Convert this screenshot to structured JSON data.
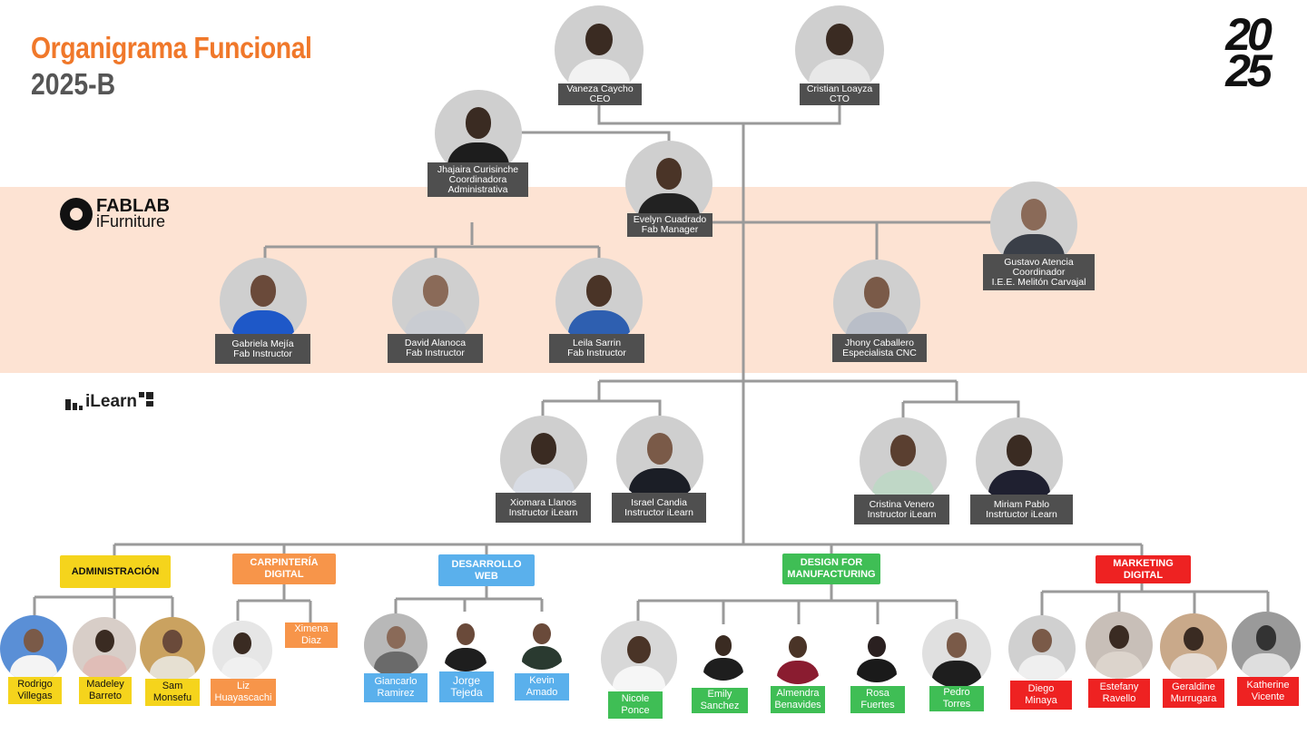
{
  "header": {
    "title": "Organigrama Funcional",
    "subtitle": "2025-B",
    "year_top": "20",
    "year_bottom": "25"
  },
  "logos": {
    "fablab_line1": "FABLAB",
    "fablab_line2": "iFurniture",
    "ilearn": "iLearn"
  },
  "people": {
    "vaneza": {
      "name": "Vaneza Caycho",
      "role": "CEO"
    },
    "cristian": {
      "name": "Cristian Loayza",
      "role": "CTO"
    },
    "jhajaira": {
      "name": "Jhajaira Curisinche",
      "role": "Coordinadora",
      "role2": "Administrativa"
    },
    "evelyn": {
      "name": "Evelyn Cuadrado",
      "role": "Fab Manager"
    },
    "gustavo": {
      "name": "Gustavo Atencia",
      "role": "Coordinador",
      "role2": "I.E.E. Melitón Carvajal"
    },
    "gabriela": {
      "name": "Gabriela Mejía",
      "role": "Fab Instructor"
    },
    "david": {
      "name": "David Alanoca",
      "role": "Fab Instructor"
    },
    "leila": {
      "name": "Leila Sarrin",
      "role": "Fab Instructor"
    },
    "jhony": {
      "name": "Jhony Caballero",
      "role": "Especialista CNC"
    },
    "xiomara": {
      "name": "Xiomara Llanos",
      "role": "Instructor iLearn"
    },
    "israel": {
      "name": "Israel Candia",
      "role": "Instructor iLearn"
    },
    "cristina": {
      "name": "Cristina Venero",
      "role": "Instructor iLearn"
    },
    "miriam": {
      "name": "Miriam Pablo",
      "role": "Instrtuctor iLearn"
    }
  },
  "departments": {
    "administracion": {
      "line1": "ADMINISTRACIÓN",
      "line2": ""
    },
    "carpinteria": {
      "line1": "CARPINTERÍA",
      "line2": "DIGITAL"
    },
    "desarrollo": {
      "line1": "DESARROLLO",
      "line2": "WEB"
    },
    "design": {
      "line1": "DESIGN FOR",
      "line2": "MANUFACTURING"
    },
    "marketing": {
      "line1": "MARKETING",
      "line2": "DIGITAL"
    }
  },
  "members": {
    "rodrigo": {
      "line1": "Rodrigo",
      "line2": "Villegas"
    },
    "madeley": {
      "line1": "Madeley",
      "line2": "Barreto"
    },
    "sam": {
      "line1": "Sam",
      "line2": "Monsefu"
    },
    "liz": {
      "line1": "Liz",
      "line2": "Huayascachi"
    },
    "ximena": {
      "line1": "Ximena",
      "line2": "Diaz"
    },
    "giancarlo": {
      "line1": "Giancarlo",
      "line2": "Ramirez"
    },
    "jorge": {
      "line1": "Jorge",
      "line2": "Tejeda"
    },
    "kevin": {
      "line1": "Kevin",
      "line2": "Amado"
    },
    "nicole": {
      "line1": "Nicole",
      "line2": "Ponce"
    },
    "emily": {
      "line1": "Emily",
      "line2": "Sanchez"
    },
    "almendra": {
      "line1": "Almendra",
      "line2": "Benavides"
    },
    "rosa": {
      "line1": "Rosa",
      "line2": "Fuertes"
    },
    "pedro": {
      "line1": "Pedro",
      "line2": "Torres"
    },
    "diego": {
      "line1": "Diego",
      "line2": "Minaya"
    },
    "estefany": {
      "line1": "Estefany",
      "line2": "Ravello"
    },
    "geraldine": {
      "line1": "Geraldine",
      "line2": "Murrugara"
    },
    "katherine": {
      "line1": "Katherine",
      "line2": "Vicente"
    }
  },
  "colors": {
    "title": "#f0782a",
    "subtitle": "#555555",
    "band": "#fde3d3",
    "label": "#4f4f4f",
    "lines": "#9a9a9a",
    "administracion": "#f5d41c",
    "carpinteria": "#f7954a",
    "desarrollo": "#5ab0ec",
    "design": "#3fbe55",
    "marketing": "#ee2222"
  }
}
